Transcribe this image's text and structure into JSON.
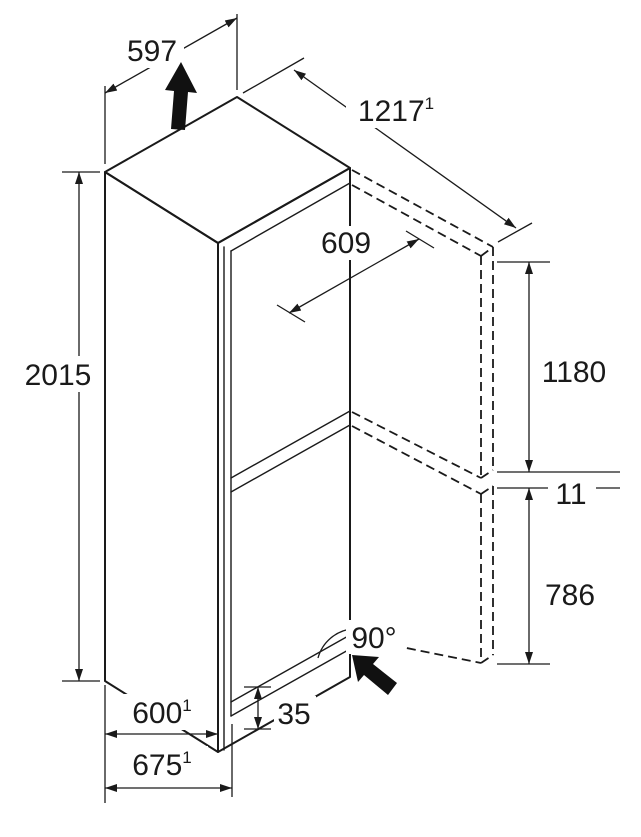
{
  "colors": {
    "line": "#1a1a1a",
    "background": "#ffffff"
  },
  "dimensions": {
    "width_mm": "597",
    "depth_door_open_mm": "1217",
    "depth_door_open_note": "1",
    "door_width_mm": "609",
    "height_mm": "2015",
    "upper_door_mm": "1180",
    "door_gap_mm": "11",
    "lower_door_mm": "786",
    "door_opening_angle": "90°",
    "depth_mm": "600",
    "depth_note": "1",
    "depth_incl_door_mm": "675",
    "depth_incl_door_note": "1",
    "bottom_clearance_mm": "35"
  }
}
